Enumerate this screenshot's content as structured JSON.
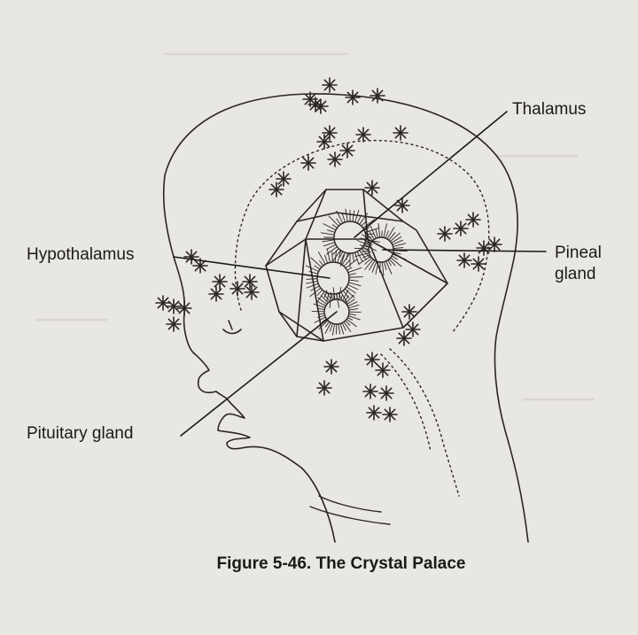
{
  "labels": {
    "thalamus": "Thalamus",
    "hypothalamus": "Hypothalamus",
    "pineal_line1": "Pineal",
    "pineal_line2": "gland",
    "pituitary": "Pituitary gland"
  },
  "caption": "Figure 5-46. The Crystal Palace",
  "colors": {
    "paper": "#e9e7e2",
    "ink": "#1c1a18"
  }
}
